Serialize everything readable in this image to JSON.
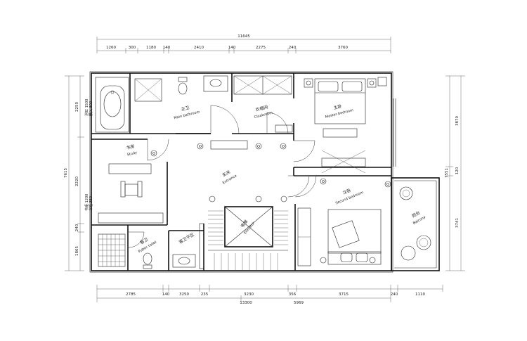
{
  "dimensions": {
    "top_total": "11645",
    "top_segments": [
      "1260",
      "300",
      "1180",
      "140",
      "2410",
      "140",
      "2275",
      "240",
      "3760"
    ],
    "bottom_segments": [
      "2785",
      "140",
      "3250",
      "235",
      "3230",
      "356",
      "3715",
      "240",
      "1110"
    ],
    "bottom_total": "13300",
    "bottom_partial": "5969",
    "left_segments": [
      "2250",
      "2220",
      "240",
      "1865"
    ],
    "left_total": "7615",
    "right_segments": [
      "3870",
      "120",
      "3741"
    ],
    "right_total": "7551"
  },
  "rooms": {
    "main_bathroom": {
      "cn": "主卫",
      "en": "Main bathroom"
    },
    "cloakroom": {
      "cn": "衣帽间",
      "en": "Cloakroom"
    },
    "master_bedroom": {
      "cn": "主卧",
      "en": "Master bedroom"
    },
    "study": {
      "cn": "书房",
      "en": "Study"
    },
    "entrance": {
      "cn": "玄关",
      "en": "Entrance"
    },
    "elevator": {
      "cn": "电梯",
      "en": "Elevator"
    },
    "second_bedroom": {
      "cn": "次卧",
      "en": "Second bedroom"
    },
    "balcony": {
      "cn": "阳台",
      "en": "Balcony"
    },
    "public_toilet": {
      "cn": "客卫",
      "en": "Public toilet"
    },
    "washroom": {
      "cn": "客卫干区"
    }
  },
  "notes": {
    "bath_note_1": "浴缸 1500",
    "bath_note_2": "嵌入 800",
    "study_note_1": "书桌 1200",
    "study_note_2": "书柜 350"
  }
}
